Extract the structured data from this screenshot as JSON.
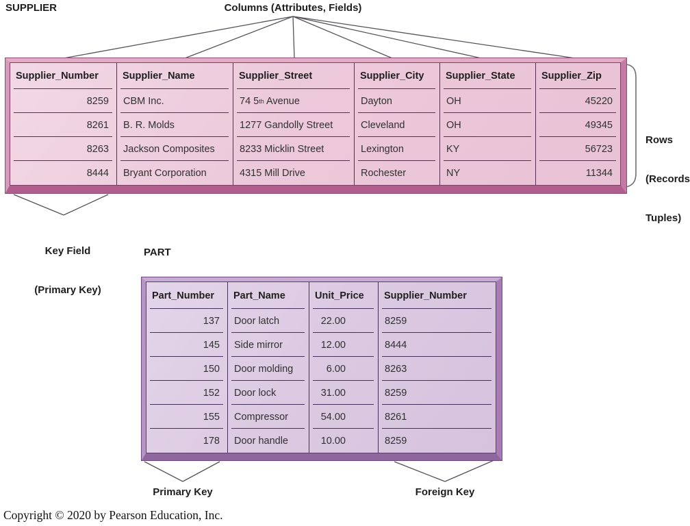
{
  "annotations": {
    "columns_label": "Columns (Attributes, Fields)",
    "rows_label": {
      "line1": "Rows",
      "line2": "(Records,",
      "line3": "Tuples)"
    },
    "key_field_label": {
      "line1": "Key Field",
      "line2": "(Primary Key)"
    },
    "primary_key_label": "Primary Key",
    "foreign_key_label": "Foreign Key"
  },
  "supplier_table": {
    "title": "SUPPLIER",
    "headers": [
      "Supplier_Number",
      "Supplier_Name",
      "Supplier_Street",
      "Supplier_City",
      "Supplier_State",
      "Supplier_Zip"
    ],
    "rows": [
      [
        "8259",
        "CBM Inc.",
        "74 5th Avenue",
        "Dayton",
        "OH",
        "45220"
      ],
      [
        "8261",
        "B. R. Molds",
        "1277 Gandolly Street",
        "Cleveland",
        "OH",
        "49345"
      ],
      [
        "8263",
        "Jackson Composites",
        "8233 Micklin Street",
        "Lexington",
        "KY",
        "56723"
      ],
      [
        "8444",
        "Bryant Corporation",
        "4315 Mill Drive",
        "Rochester",
        "NY",
        "11344"
      ]
    ],
    "street_parts": {
      "pre": "74 5",
      "sup": "th",
      "post": " Avenue"
    }
  },
  "part_table": {
    "title": "PART",
    "headers": [
      "Part_Number",
      "Part_Name",
      "Unit_Price",
      "Supplier_Number"
    ],
    "rows": [
      [
        "137",
        "Door latch",
        "22.00",
        "8259"
      ],
      [
        "145",
        "Side mirror",
        "12.00",
        "8444"
      ],
      [
        "150",
        "Door molding",
        "6.00",
        "8263"
      ],
      [
        "152",
        "Door lock",
        "31.00",
        "8259"
      ],
      [
        "155",
        "Compressor",
        "54.00",
        "8261"
      ],
      [
        "178",
        "Door handle",
        "10.00",
        "8259"
      ]
    ]
  },
  "footer": {
    "copyright": "Copyright © 2020 by Pearson Education, Inc."
  },
  "colors": {
    "supplier_frame_pink": "#cc85ab",
    "supplier_fill_light": "#eccbdc",
    "supplier_shadow": "#b05f8c",
    "part_frame_purple": "#a67cb2",
    "part_fill_light": "#dccae2",
    "part_shadow": "#8f679e",
    "grid_line_dark": "#54304a",
    "annotation_line": "#56515a"
  }
}
